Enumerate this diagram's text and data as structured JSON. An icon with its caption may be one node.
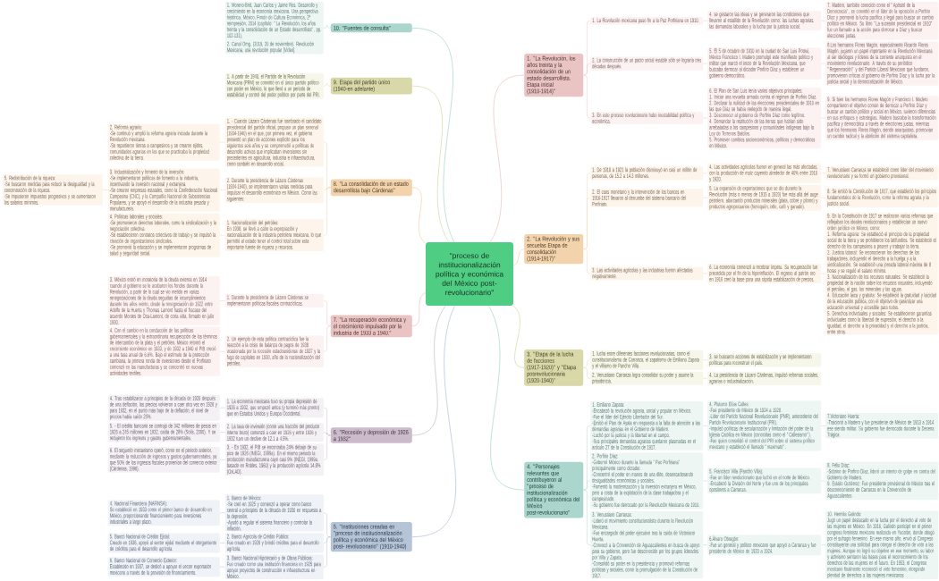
{
  "diagram": {
    "nodes": [
      {
        "text": [
          "\"proceso de institucionalización política y económica del México post-revolucionario\""
        ]
      },
      {
        "text": [
          "1. \"La Revolución, los años treinta y la consolidación de un estado desarrollista. Etapa inicial (1910-1914)\""
        ]
      },
      {
        "text": [
          "1. La Revolución mexicana puso fin a la Paz Porfiriana en 1910."
        ]
      },
      {
        "text": [
          "4. se gestaron las ideas y se generaron las condiciones que llevaron al estallido de la Revolución como: las luchas agrarias, las demandas laborales y la lucha por la justicia social."
        ]
      },
      {
        "text": [
          "7. Madero, también conocido como el \"Apóstol de la Democracia\", se convirtió en el líder de la oposición a Porfirio Díaz y promovió la lucha pacífica y legal para buscar un cambio político en México. Su libro \"La sucesión presidencial en 1910\" fue un llamado a la acción para derrocar a Díaz y buscar elecciones justas."
        ]
      },
      {
        "text": [
          "2. La construcción de un pacto social estable sólo se lograría tres décadas después."
        ]
      },
      {
        "text": [
          "5. El 5 de octubre de 1910 en la ciudad de San Luis Potosí, México Francisco I. Madero promulgó este manifiesto político y militar que marcó el inicio de la Revolución Mexicana, que buscaba derrocar al dictador Porfirio Díaz y establecer un gobierno democrático."
        ]
      },
      {
        "text": [
          "8.Los hermanos Flores Magón, especialmente Ricardo Flores Magón, jugaron un papel importante en la Revolución Mexicana al ser ideólogos y líderes de la corriente anarquista en el movimiento revolucionario. A través de su periódico \"Regeneración\" y del Partido Liberal Mexicano que fundaron, promovieron críticas al gobierno de Porfirio Díaz y la lucha por la justicia social y la democratización de México."
        ]
      },
      {
        "text": [
          "3. En este proceso revolucionario hubo inestabilidad política y económica."
        ]
      },
      {
        "text": [
          "6. El Plan de San Luis tenía varios objetivos principales:",
          "1. Iniciar una revuelta armada contra el régimen de Porfirio Díaz.",
          "2. Declarar la nulidad de las elecciones presidenciales de 1910 en las que Díaz se había reelegido de manera ilegal.",
          "3. Desconocer al gobierno de Porfirio Díaz como legítimo.",
          "4. Demandar la restitución de las tierras que habían sido arrebatadas a los campesinos y comunidades indígenas bajo la Ley de Terrenos Baldíos.",
          "5. Promover cambios socioeconómicos, políticos y democráticos en México."
        ]
      },
      {
        "text": [
          "9. Si bien los hermanos Flores Magón y Francisco I. Madero compartieron el objetivo común de derrocar a Porfirio Díaz y buscar un cambio político y social en México, tuvieron diferencias en sus enfoques y estrategias. Madero buscaba la transformación pacífica y democrática a través de elecciones justas, mientras que los hermanos Flores Magón, siendo anarquistas, promovían un cambio radical y la abolición del sistema capitalista."
        ]
      },
      {
        "text": [
          "2. \"La Revolución y sus secuelas Etapa de consolidación (1914-1917)\""
        ]
      },
      {
        "text": [
          "1. De 1910 a 1921 la población disminuyó en casi un millón de personas, de 15.2 a 14.3 millones."
        ]
      },
      {
        "text": [
          "4. Las actividades agrícolas fueron en general las más afectadas, con la producción de maíz cayendo alrededor de 40% entre 1910 y 1920."
        ]
      },
      {
        "text": [
          "7. Venustiano Carranza se estableció como líder del movimiento revolucionario y se formó un gobierno provisional."
        ]
      },
      {
        "text": [
          "2. El caos monetario y la intervención de los bancos en 1916-1917 llevaron al derrumbe del sistema bancario del Porfiriato."
        ]
      },
      {
        "text": [
          "5. La expansión de exportaciones que se dio durante la Revolución (más o menos de 1915 a 1920) fue más allá del auge petrolero, abarcando productos minerales (plata, cobre y plomo) y productos agropecuarios (henequén, ixtle, café y ganado)."
        ]
      },
      {
        "text": [
          "8. Se emitió la Constitución de 1917, que estableció los principios fundamentales de la Revolución, como la reforma agraria y la justicia social."
        ]
      },
      {
        "text": [
          "3. Las actividades agrícolas y las industrias fueron afectadas negativamente."
        ]
      },
      {
        "text": [
          "6. La economía comenzó a recobrar ímpetu. Su recuperación fue precedida por el fin de la hiperinflación. El regreso al patrón oro en 1916 creó la base para una rápida estabilización de precios."
        ]
      },
      {
        "text": [
          "9. En la Constitución de 1917 se realizaron varias reformas que reflejaban los ideales revolucionarios y establecían un nuevo orden jurídico en México, como:",
          "1. Reforma agraria: Se estableció el principio de la propiedad social de la tierra y se prohibieron los latifundios. Se estableció el derecho de los campesinos a poseer y trabajar la tierra.",
          "2. Justicia laboral: Se reconocieron los derechos de los trabajadores, incluyendo el derecho a la huelga y a la sindicalización. Se estableció una jornada laboral máxima de 8 horas y se reguló el salario mínimo.",
          "3. Nacionalización de los recursos naturales: Se estableció la propiedad de la nación sobre los recursos naturales, incluyendo el petróleo, el gas, los minerales y las aguas.",
          "4. Educación laica y gratuita: Se estableció la gratuidad y laicidad de la educación pública, con el objetivo de garantizar una educación universal y accesible para todos.",
          "5. Derechos individuales y sociales: Se establecieron garantías individuales como la libertad de expresión, el derecho a la igualdad, el derecho a la privacidad y el derecho a la justicia, entre otros."
        ]
      },
      {
        "text": [
          "3. \"Etapa de la lucha de facciones (1917-1920)\" y \"Etapa posrevolucionaria (1920-1940)\""
        ]
      },
      {
        "text": [
          "1. lucha entre diferentes facciones revolucionarias, como el constitucionalismo de Carranza, el zapatismo de Emiliano Zapata y el villismo de Pancho Villa."
        ]
      },
      {
        "text": [
          "3. se buscaron acciones de estabilización y se implementaron políticas para reconstruir el país."
        ]
      },
      {
        "text": [
          "2. Venustiano Carranza logra consolidar su poder y asume la presidencia."
        ]
      },
      {
        "text": [
          "4. La presidencia de Lázaro Cárdenas, impulsó reformas sociales, agrarias e industrialización."
        ]
      },
      {
        "text": [
          "4. \"Personajes relevantes que contribuyeron al \"proceso de institucionalización política y económica del México post-revolucionario\""
        ]
      },
      {
        "text": [
          "1. Emiliano Zapata:",
          "-Encabezó la revolución agraria, social y popular en México.",
          "-Fue el líder del Ejército Libertador del Sur.",
          "-Emitió el Plan de Ayala en respuesta a la falta de atención a las demandas agrarias en el Gobierno de Madero.",
          "-Luchó por la justicia y la libertad en el campo.",
          "-Sus principales demandas agrarias quedaron plasmadas en el artículo 27 de la Constitución de 1917."
        ]
      },
      {
        "text": [
          "4. Plutarco Elías Calles:",
          "-Fue presidente de México de 1924 a 1928.",
          "-Líder del Partido Nacional Revolucionario (PNR), antecedente del Partido Revolucionario Institucional (PRI).",
          "-Impulsó políticas de secularización y limitación del poder de la Iglesia Católica en México (conocidas como el \"Callesismo\").",
          "-Fue quien consolidó el control del PRI sobre el sistema político mexicano y estableció el llamado \"maximato\"."
        ]
      },
      {
        "text": [
          "7.Victoriano Huerta:",
          "-Traicionó a Madero y fue presidente de México de 1913 a 1914 ese siendo militar. Su gobierno fue derrocado durante la Decena Trágica"
        ]
      },
      {
        "text": [
          "2. Porfirio Díaz:",
          "-Gobernó México durante la llamada \"Pax Porfiriana\" principalmente como dictador.",
          "-Concentró el poder en manos de una élite, desencadenando desigualdades económicas y sociales.",
          "-Fomentó la modernización y la inversión extranjera en México, pero a costa de la explotación de la clase trabajadora y el campesinado.",
          "-Su gobierno fue derrocado por la Revolución Mexicana de 1910."
        ]
      },
      {
        "text": [
          "5. Francisco Villa (Pancho Villa):",
          "-Fue un líder revolucionario que luchó en el norte de México.",
          "-Encabezó la División del Norte y fue uno de los principales opositores a Carranza."
        ]
      },
      {
        "text": [
          "8. Félix Díaz:",
          "-Sobrino de Porfirio Díaz, lideró un intento de golpe en contra del Gobierno de Madero.",
          "9. Eulalio Gutiérrez: Fue presidente provisional de México tras el desconocimiento de Carranza en la Convención de Aguascalientes"
        ]
      },
      {
        "text": [
          "3. Venustiano Carranza:",
          "-Lideró el movimiento constitucionalista durante la Revolución Mexicana.",
          "-Fue encargado del poder ejecutivo tras la caída de Victoriano Huerta.",
          "-Convocó a la Convención de Aguascalientes en busca de apoyo para su gobierno, pero fue desconocido por los grupos liderados por Villa y Zapata.",
          "-Consolidó su poder en la presidencia y promovió reformas políticas y sociales, como la promulgación de la Constitución de 1917."
        ]
      },
      {
        "text": [
          "6.Álvaro Obregón:",
          "-Fue un general y político mexicano que apoyó a Carranza y fue presidente de México de 1920 a 1924."
        ]
      },
      {
        "text": [
          "10. Hermila Galindo:",
          "Jugó un papel destacado en la lucha por el derecho al voto de las mujeres en México. En 1916, Galindo participó en el primer congreso feminista mexicano realizado en Yucatán, donde abogó por el sufragio femenino. En ese mismo año, envió al Congreso constituyente una solicitud para otorgar el derecho de voto a las mujeres. Aunque no logró su objetivo en ese momento, su labor y activismo sentaron las bases para el reconocimiento de los derechos de las mujeres en el futuro. En 1953, el Congreso mexicano finalmente reconoció el voto femenino, otorgando plenitud de derechos a las mujeres mexicanas"
        ]
      },
      {
        "text": [
          "5. \"Instituciones creadas en \"proceso de institucionalización política y económica del México post- revolucionario\" (1910-1940)"
        ]
      },
      {
        "text": [
          "1. Banco de México:",
          "-Se creó en 1925 y comenzó a operar como banco central a principios de la década de 1930 en respuesta a la depresión.",
          "-Ayudó a regular el sistema financiero y controlar la inflación."
        ]
      },
      {
        "text": [
          "4. Nacional Financiera (NAFINSA):",
          "Se estableció en 1933 como el primer banco de desarrollo en México, proporcionando financiamiento para inversiones industriales a largo plazo."
        ]
      },
      {
        "text": [
          "2. Banco Agrícola de Crédito Público:",
          "Fue creado en 1926 y brindó créditos para el desarrollo agrícola."
        ]
      },
      {
        "text": [
          "5. Banco Nacional de Crédito Ejidal:",
          "Creado en 1936, apoyó al sector ejidal mediante el otorgamiento de créditos para el desarrollo agrícola."
        ]
      },
      {
        "text": [
          "3. Banco Nacional Hipotecario y de Obras Públicas:",
          "Fue creado como una institución financiera en 1925 para apoyar proyectos de construcción e infraestructura en México."
        ]
      },
      {
        "text": [
          "6. Banco Nacional de Comercio Exterior:",
          "Establecido en 1937, se dedicó a apoyar el sector exportador mexicano a través de la provisión de financiamiento."
        ]
      },
      {
        "text": [
          "6. \"Recesión y depresión de 1926 a 1932\""
        ]
      },
      {
        "text": [
          "1. La economía mexicana tuvo su propia depresión de 1926 a 1932, que empezó antes (y terminó más pronto) que en Estados Unidos y Europa Occidental."
        ]
      },
      {
        "text": [
          "4. Tras estabilizarse a principios de la década de 1920 después de una deflación, los precios volvieron a caer otra vez en 1926 y para 1932, en el punto más bajo de la deflación, el nivel de precios había caído 25%."
        ]
      },
      {
        "text": [
          "2. La tasa de inversión (como una fracción del producto interno bruto) comenzó a caer en 1926 y entre 1926 y 1932 tuvo un declive de 12.1 a 4.5%."
        ]
      },
      {
        "text": [
          "5. - El crédito bancario se contrajo de 342 millones de pesos en 1926 a 245 millones en 1932, caída de 28% (Solís, 2000). Y se redujeron los ingresos y gastos gubernamentales."
        ]
      },
      {
        "text": [
          "3. - En 1932, el PIB se encontraba 24% debajo de su pico de 1926 (INEGI, 1999a). En el mismo periodo la producción manufacturera cayó casi 9% (INEGI, 1999a, basado en Robles, 1960) y la producción agrícola 14.8% (OxLAD)."
        ]
      },
      {
        "text": [
          "6. El segundo mecanismo operó, como en el periodo anterior, mediante la reducción de ingresos y gastos gubernamentales, ya que 50% de los ingresos fiscales provenían del comercio exterior (Cárdenas, 1996)."
        ]
      },
      {
        "text": [
          "7. \"La recuperación económica y el crecimiento impulsado por la industria de 1933 a 1940.\""
        ]
      },
      {
        "text": [
          "1. Durante la presidencia de Lázaro Cárdenas se implementaron políticas fiscales contracíclicas."
        ]
      },
      {
        "text": [
          "3. México entró en moratoria de la deuda externa en 1914 cuando al gobierno se le acabaron los fondos durante la Revolución, a partir de lo cual se vio metido en varias renegociaciones de la deuda seguidas de incumplimientos durante los años veinte, desde la renegociación de 1922 entre Adolfo de la Huerta y Thomas Lamont hasta el fracaso del acuerdo Montes de Oca-Lamont, de corta vida, firmado en julio 1930."
        ]
      },
      {
        "text": [
          "2. Un ejemplo de esta política contracíclica fue la reacción a la crisis de balanza de pagos de 1938 ocasionada por la recesión estadounidense de 1937 y la fuga de capitales en 1938, año de la nacionalización del petróleo."
        ]
      },
      {
        "text": [
          "4. Con el cambio en la conducción de las políticas gubernamentales y la extraordinaria recuperación de los términos de intercambio de la plata y el petróleo, México retomó el crecimiento económico en 1933, y de 1932 a 1940 el PIB creció a una tasa anual de 6.6%. Bajo el estímulo de la protección cambiaria, la primera ronda de inversiones desde el Porfiriato comenzó en las manufacturas y se concentró en nuevas actividades textiles."
        ]
      },
      {
        "text": [
          "8. \"La consolidación de un estado desarrollista bajo Cárdenas\""
        ]
      },
      {
        "text": [
          "1. - Cuando Lázaro Cárdenas fue nombrado el candidato presidencial del partido oficial, propuso un plan sexenal (1934-1940) en el que, por primera vez, el gobierno presentó un plan de acciones explícito para los siguientes seis años y se comprometió a políticas de desarrollo activas que implicaban inversiones sin precedentes en agricultura, industria e infraestructura, como también en desarrollo social."
        ]
      },
      {
        "text": [
          "2. Reforma agraria:",
          "-Se continuó y amplió la reforma agraria iniciada durante la Revolución mexicana.",
          "-Se repartieron tierras a campesinos y se crearon ejidos, comunidades agrarias en las que se practicaba la propiedad colectiva de la tierra."
        ]
      },
      {
        "text": [
          "2. Durante la presidencia de Lázaro Cárdenas (1934-1940), se implementaron varias medidas para impulsar el desarrollo económico en México. Como las siguientes:"
        ]
      },
      {
        "text": [
          "3. Industrialización y fomento de la inversión:",
          "-Se implementaron políticas de fomento a la industria, incentivando la inversión nacional y extranjera.",
          "-Se crearon empresas estatales, como la Confederación Nacional Campesina (CNC), y la Compañía Nacional de Subsistencias Populares, y se apoyó el desarrollo de la industria pesada y manufacturera."
        ]
      },
      {
        "text": [
          "5. Redistribución de la riqueza:",
          "-Se buscaron medidas para reducir la desigualdad y la concentración de la riqueza.",
          "-Se impusieron impuestos progresivos y se aumentaron los salarios mínimos."
        ]
      },
      {
        "text": [
          "1. Nacionalización del petróleo:",
          "En 1938, se llevó a cabo la expropiación y nacionalización de la industria petrolera mexicana, lo que permitió al estado tener el control total sobre esta importante fuente de riqueza y recursos."
        ]
      },
      {
        "text": [
          "4. Políticas laborales y sociales:",
          "-Se promovieron derechos laborales, como la sindicalización y la negociación colectiva.",
          "-Se establecieron contratos colectivos de trabajo y se impulsó la creación de organizaciones sindicales.",
          "-Se promovió la educación y se implementaron programas de salud y seguridad social."
        ]
      },
      {
        "text": [
          "9. Etapa del partido único (1940-en adelante)"
        ]
      },
      {
        "text": [
          "1. A partir de 1940, el Partido de la Revolución Mexicana (PRM) se convirtió en el único partido político con poder en México, lo que llevó a un periodo de estabilidad y control del poder político por parte del PRI."
        ]
      },
      {
        "text": [
          "10. \"Fuentes de consulta\""
        ]
      },
      {
        "text": [
          "1. Moreno-Brid, Juan Carlos y Jaime Ros. Desarrollo y crecimiento en la economía mexicana. Una perspectiva histórica. México, Fondo de Cultura Económica, 2ª reimpresión, 2014 (capítulo: \"La Revolución, los años treinta y la consolidación de un Estado desarrollista\", pp. 102-131).",
          "2. Canal Omg. (2019, 20 de noviembre). Revolución Mexicana, una revolución popular [Video]."
        ]
      }
    ],
    "edges": [
      {
        "from": 0,
        "to": 1,
        "arrow": "none",
        "color": "#eec5c3"
      },
      {
        "from": 1,
        "to": 2,
        "arrow": "none",
        "color": "#eec5c3"
      },
      {
        "from": 2,
        "to": 3,
        "arrow": "none",
        "color": "#eec5c3"
      },
      {
        "from": 3,
        "to": 4,
        "arrow": "none",
        "color": "#eec5c3"
      },
      {
        "from": 1,
        "to": 5,
        "arrow": "none",
        "color": "#eec5c3"
      },
      {
        "from": 5,
        "to": 6,
        "arrow": "none",
        "color": "#eec5c3"
      },
      {
        "from": 6,
        "to": 7,
        "arrow": "none",
        "color": "#eec5c3"
      },
      {
        "from": 1,
        "to": 8,
        "arrow": "none",
        "color": "#eec5c3"
      },
      {
        "from": 8,
        "to": 9,
        "arrow": "none",
        "color": "#eec5c3"
      },
      {
        "from": 9,
        "to": 10,
        "arrow": "none",
        "color": "#eec5c3"
      },
      {
        "from": 0,
        "to": 11,
        "arrow": "none",
        "color": "#f3d3b1"
      },
      {
        "from": 11,
        "to": 12,
        "arrow": "none",
        "color": "#f3d3b1"
      },
      {
        "from": 12,
        "to": 13,
        "arrow": "none",
        "color": "#f3d3b1"
      },
      {
        "from": 13,
        "to": 14,
        "arrow": "none",
        "color": "#f3d3b1"
      },
      {
        "from": 11,
        "to": 15,
        "arrow": "none",
        "color": "#f3d3b1"
      },
      {
        "from": 15,
        "to": 16,
        "arrow": "none",
        "color": "#f3d3b1"
      },
      {
        "from": 16,
        "to": 17,
        "arrow": "none",
        "color": "#f3d3b1"
      },
      {
        "from": 11,
        "to": 18,
        "arrow": "none",
        "color": "#f3d3b1"
      },
      {
        "from": 18,
        "to": 19,
        "arrow": "none",
        "color": "#f3d3b1"
      },
      {
        "from": 19,
        "to": 20,
        "arrow": "none",
        "color": "#f3d3b1"
      },
      {
        "from": 0,
        "to": 21,
        "arrow": "none",
        "color": "#d9d9ad"
      },
      {
        "from": 21,
        "to": 22,
        "arrow": "none",
        "color": "#d9d9ad"
      },
      {
        "from": 22,
        "to": 23,
        "arrow": "none",
        "color": "#d9d9ad"
      },
      {
        "from": 21,
        "to": 24,
        "arrow": "none",
        "color": "#d9d9ad"
      },
      {
        "from": 24,
        "to": 25,
        "arrow": "none",
        "color": "#d9d9ad"
      },
      {
        "from": 0,
        "to": 26,
        "arrow": "none",
        "color": "#acd8cf"
      },
      {
        "from": 26,
        "to": 27,
        "arrow": "none",
        "color": "#acd8cf"
      },
      {
        "from": 27,
        "to": 28,
        "arrow": "none",
        "color": "#acd8cf"
      },
      {
        "from": 28,
        "to": 29,
        "arrow": "none",
        "color": "#acd8cf"
      },
      {
        "from": 26,
        "to": 30,
        "arrow": "none",
        "color": "#acd8cf"
      },
      {
        "from": 30,
        "to": 31,
        "arrow": "none",
        "color": "#acd8cf"
      },
      {
        "from": 31,
        "to": 32,
        "arrow": "none",
        "color": "#acd8cf"
      },
      {
        "from": 26,
        "to": 33,
        "arrow": "none",
        "color": "#acd8cf"
      },
      {
        "from": 33,
        "to": 34,
        "arrow": "none",
        "color": "#acd8cf"
      },
      {
        "from": 34,
        "to": 35,
        "arrow": "none",
        "color": "#acd8cf"
      },
      {
        "from": 0,
        "to": 36,
        "arrow": "none",
        "color": "#b7c4d8"
      },
      {
        "from": 36,
        "to": 37,
        "arrow": "none",
        "color": "#b7c4d8"
      },
      {
        "from": 37,
        "to": 38,
        "arrow": "none",
        "color": "#b7c4d8"
      },
      {
        "from": 36,
        "to": 39,
        "arrow": "none",
        "color": "#b7c4d8"
      },
      {
        "from": 39,
        "to": 40,
        "arrow": "none",
        "color": "#b7c4d8"
      },
      {
        "from": 36,
        "to": 41,
        "arrow": "none",
        "color": "#b7c4d8"
      },
      {
        "from": 41,
        "to": 42,
        "arrow": "none",
        "color": "#b7c4d8"
      },
      {
        "from": 0,
        "to": 43,
        "arrow": "none",
        "color": "#cdbdcd"
      },
      {
        "from": 43,
        "to": 44,
        "arrow": "none",
        "color": "#cdbdcd"
      },
      {
        "from": 44,
        "to": 45,
        "arrow": "none",
        "color": "#cdbdcd"
      },
      {
        "from": 43,
        "to": 46,
        "arrow": "none",
        "color": "#cdbdcd"
      },
      {
        "from": 46,
        "to": 47,
        "arrow": "none",
        "color": "#cdbdcd"
      },
      {
        "from": 43,
        "to": 48,
        "arrow": "none",
        "color": "#cdbdcd"
      },
      {
        "from": 48,
        "to": 49,
        "arrow": "none",
        "color": "#cdbdcd"
      },
      {
        "from": 0,
        "to": 50,
        "arrow": "none",
        "color": "#eec5c3"
      },
      {
        "from": 50,
        "to": 51,
        "arrow": "none",
        "color": "#eec5c3"
      },
      {
        "from": 51,
        "to": 52,
        "arrow": "none",
        "color": "#eec5c3"
      },
      {
        "from": 50,
        "to": 53,
        "arrow": "none",
        "color": "#eec5c3"
      },
      {
        "from": 53,
        "to": 54,
        "arrow": "none",
        "color": "#eec5c3"
      },
      {
        "from": 0,
        "to": 55,
        "arrow": "none",
        "color": "#f3d3b1"
      },
      {
        "from": 55,
        "to": 56,
        "arrow": "none",
        "color": "#f3d3b1"
      },
      {
        "from": 56,
        "to": 57,
        "arrow": "none",
        "color": "#f3d3b1"
      },
      {
        "from": 55,
        "to": 58,
        "arrow": "none",
        "color": "#f3d3b1"
      },
      {
        "from": 58,
        "to": 59,
        "arrow": "none",
        "color": "#f3d3b1"
      },
      {
        "from": 59,
        "to": 60,
        "arrow": "none",
        "color": "#f3d3b1"
      },
      {
        "from": 55,
        "to": 61,
        "arrow": "none",
        "color": "#f3d3b1"
      },
      {
        "from": 61,
        "to": 62,
        "arrow": "none",
        "color": "#f3d3b1"
      },
      {
        "from": 0,
        "to": 63,
        "arrow": "none",
        "color": "#d9d9ad"
      },
      {
        "from": 63,
        "to": 64,
        "arrow": "none",
        "color": "#d9d9ad"
      },
      {
        "from": 0,
        "to": 65,
        "arrow": "none",
        "color": "#acd8cf"
      },
      {
        "from": 65,
        "to": 66,
        "arrow": "none",
        "color": "#acd8cf"
      }
    ]
  }
}
